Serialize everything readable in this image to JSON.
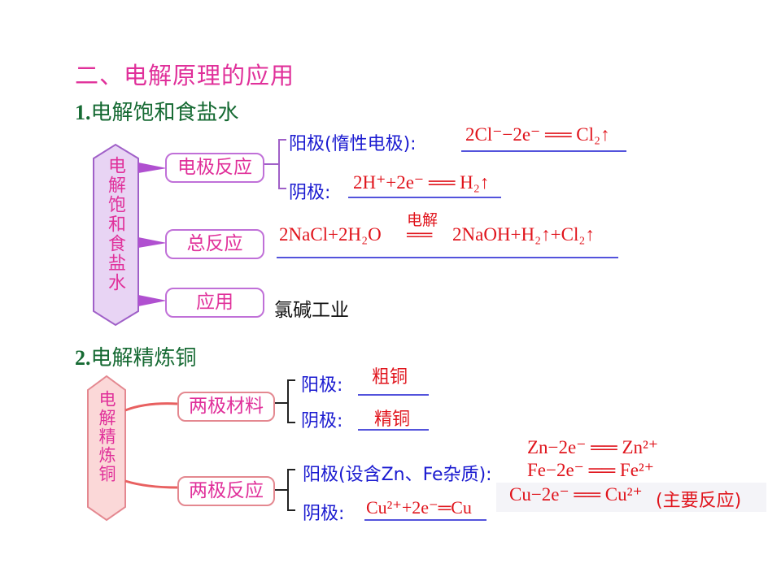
{
  "heading": "二、电解原理的应用",
  "section1": {
    "num": "1.",
    "title": "电解饱和食盐水",
    "label_vertical": "电解饱和食盐水",
    "electrode_box": "电极反应",
    "anode_label": "阳极(惰性电极):",
    "anode_eq": "2Cl⁻−2e⁻ ══ Cl₂↑",
    "cathode_label": "阴极:",
    "cathode_eq": "2H⁺+2e⁻ ══ H₂↑",
    "total_box": "总反应",
    "total_condition": "电解",
    "total_eq_left": "2NaCl+2H₂O",
    "total_eq_right": "2NaOH+H₂↑+Cl₂↑",
    "use_box": "应用",
    "use_value": "氯碱工业"
  },
  "section2": {
    "num": "2.",
    "title": "电解精炼铜",
    "label_vertical": "电解精炼铜",
    "material_box": "两极材料",
    "anode_label": "阳极:",
    "anode_material": "粗铜",
    "cathode_label": "阴极:",
    "cathode_material": "精铜",
    "reaction_box": "两极反应",
    "anode_reaction_label": "阳极(设含Zn、Fe杂质):",
    "eq_zn": "Zn−2e⁻ ══ Zn²⁺",
    "eq_fe": "Fe−2e⁻ ══ Fe²⁺",
    "eq_cu": "Cu−2e⁻ ══ Cu²⁺",
    "eq_cu_note": "(主要反应)",
    "cathode_reaction_label": "阴极:",
    "cathode_eq": "Cu²⁺+2e⁻═Cu"
  },
  "colors": {
    "heading": "#e0309a",
    "subtitle": "#166a33",
    "label_blue": "#1a1ad0",
    "equation_red": "#e0141c",
    "box1_border": "#c070d8",
    "box2_border": "#e48890"
  }
}
